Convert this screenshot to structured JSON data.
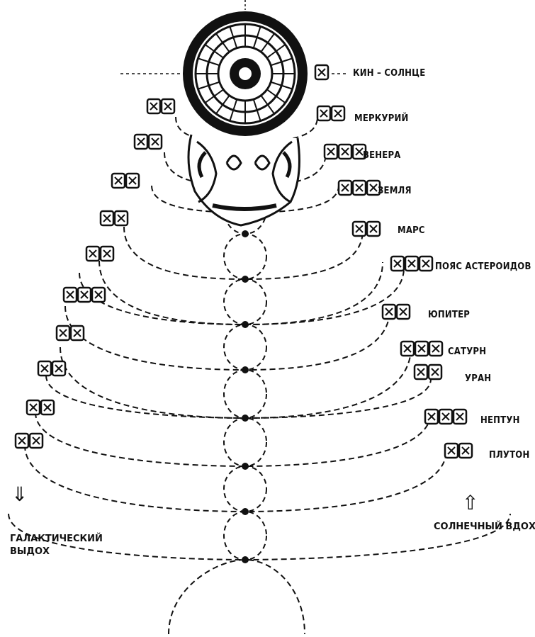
{
  "planets": [
    {
      "name": "sun",
      "label": "КИН – СОЛНЦЕ"
    },
    {
      "name": "mercury",
      "label": "МЕРКУРИЙ"
    },
    {
      "name": "venus",
      "label": "ВЕНЕРА"
    },
    {
      "name": "earth",
      "label": "ЗЕМЛЯ"
    },
    {
      "name": "mars",
      "label": "МАРС"
    },
    {
      "name": "asteroid-belt",
      "label": "ПОЯС АСТЕРОИДОВ"
    },
    {
      "name": "jupiter",
      "label": "ЮПИТЕР"
    },
    {
      "name": "saturn",
      "label": "САТУРН"
    },
    {
      "name": "uranus",
      "label": "УРАН"
    },
    {
      "name": "neptune",
      "label": "НЕПТУН"
    },
    {
      "name": "pluto",
      "label": "ПЛУТОН"
    }
  ],
  "left_caption": {
    "line1": "ГАЛАКТИЧЕСКИЙ",
    "line2": "ВЫДОХ"
  },
  "right_caption": "СОЛНЕЧНЫЙ ВДОХ",
  "icons": {
    "left_arrow": "double-arrow-down-icon",
    "right_arrow": "arrow-up-icon",
    "sun_disc": "calendar-wheel-icon",
    "serpent": "serpent-head-icon"
  }
}
